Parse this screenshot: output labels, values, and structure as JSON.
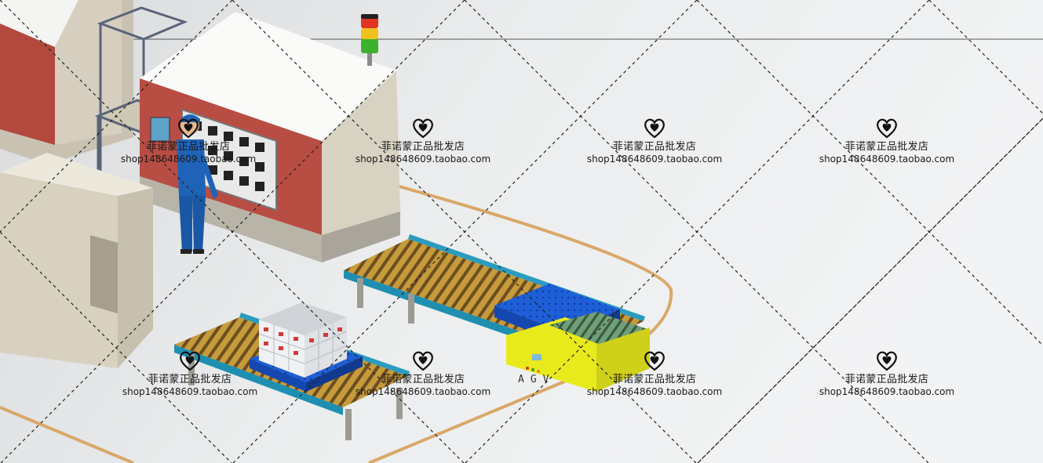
{
  "watermark": {
    "shop_name": "菲诺蒙正品批发店",
    "url": "shop148648609.taobao.com",
    "icon": "heart-icon"
  },
  "agv": {
    "label": "AGV",
    "body_color": "#e8ea1c"
  },
  "stack_light": {
    "colors": [
      "#e23424",
      "#f0c21c",
      "#3cb22c"
    ]
  }
}
